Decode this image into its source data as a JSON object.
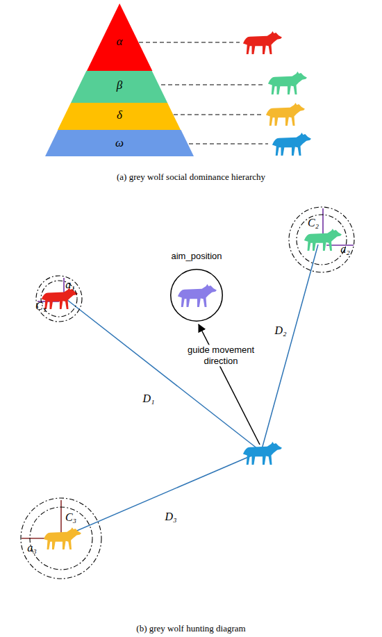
{
  "diagram": {
    "nodes": [
      {
        "text": [
          "α"
        ]
      },
      {
        "text": [
          "β"
        ]
      },
      {
        "text": [
          "δ"
        ]
      },
      {
        "text": [
          "ω"
        ]
      },
      {
        "text": [
          "a₁",
          "C₁"
        ]
      },
      {
        "text": [
          "aim_position"
        ]
      },
      {
        "text": [
          "C₂",
          "a₂"
        ]
      },
      {
        "text": [
          "C₃",
          "a₃"
        ]
      }
    ],
    "labels": [
      "(a) grey wolf social dominance hierarchy",
      "guide movement direction",
      "D₁",
      "D₂",
      "D₃",
      "(b) grey wolf hunting diagram"
    ]
  }
}
